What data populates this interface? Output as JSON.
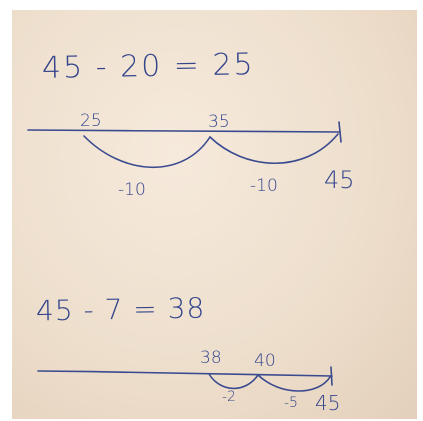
{
  "photo": {
    "paper_color": "#eedfcd",
    "ink_color": "#34458c",
    "problem1": {
      "equation": "45 - 20 = 25",
      "marks": {
        "start": "25",
        "middle": "35",
        "end": "45"
      },
      "jumps": [
        "-10",
        "-10"
      ]
    },
    "problem2": {
      "equation": "45 - 7 = 38",
      "marks": {
        "start": "38",
        "middle": "40",
        "end": "45"
      },
      "jumps": [
        "-2",
        "-5"
      ]
    }
  }
}
